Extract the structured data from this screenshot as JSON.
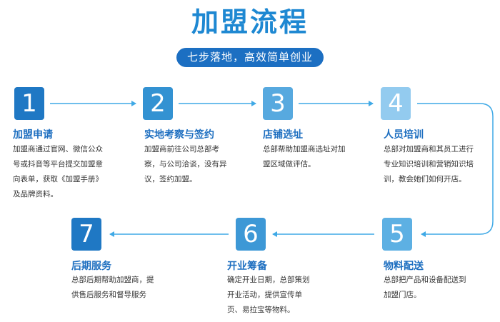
{
  "header": {
    "title": "加盟流程",
    "subtitle": "七步落地，高效简单创业"
  },
  "colors": {
    "title": "#1e88d2",
    "subtitle_bg": "#1c6fc2",
    "step_title": "#1e6fc0",
    "connector": "#3fa9e6"
  },
  "steps": [
    {
      "number": "1",
      "title": "加盟申请",
      "description": "加盟商通过官网、微信公众号或抖音等平台提交加盟意向表单，获取《加盟手册》及品牌资料。",
      "color": "#1f78c4"
    },
    {
      "number": "2",
      "title": "实地考察与签约",
      "description": "加盟商前往公司总部考察，与公司洽谈，没有异议，签约加盟。",
      "color": "#3392d2"
    },
    {
      "number": "3",
      "title": "店铺选址",
      "description": "总部帮助加盟商选址对加盟区域做评估。",
      "color": "#57a9df"
    },
    {
      "number": "4",
      "title": "人员培训",
      "description": "总部对加盟商和其员工进行专业知识培训和营销知识培训，教会她们如何开店。",
      "color": "#93cbef"
    },
    {
      "number": "5",
      "title": "物料配送",
      "description": "总部把产品和设备配送到加盟门店。",
      "color": "#5db0e3"
    },
    {
      "number": "6",
      "title": "开业筹备",
      "description": "确定开业日期，总部策划开业活动，提供宣传单页、易拉宝等物料。",
      "color": "#3d98d6"
    },
    {
      "number": "7",
      "title": "后期服务",
      "description": "总部后期帮助加盟商，提供售后服务和督导服务",
      "color": "#1f78c4"
    }
  ]
}
